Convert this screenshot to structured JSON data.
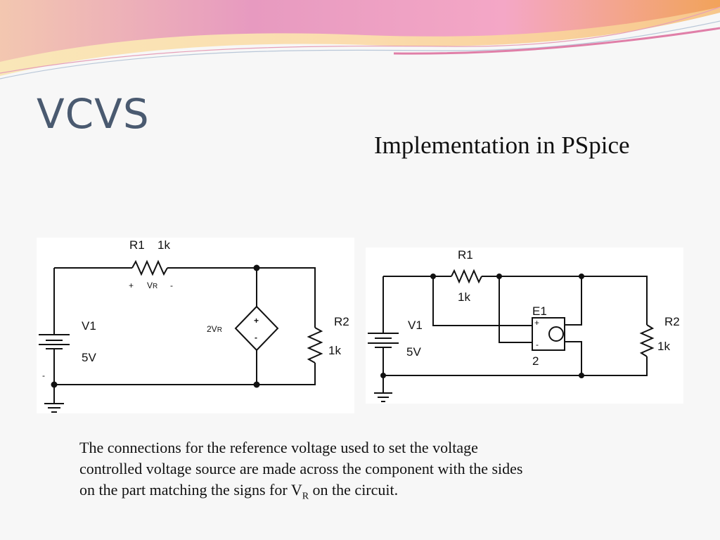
{
  "slide": {
    "title": "VCVS",
    "subtitle": "Implementation in PSpice",
    "caption": {
      "line1": "The connections for the reference voltage used to set the voltage",
      "line2": "controlled voltage source are made across the component with the sides",
      "line3_before": "on the part matching the signs for V",
      "line3_sub": "R",
      "line3_after": " on the circuit."
    }
  },
  "left_circuit": {
    "r1_name": "R1",
    "r1_value": "1k",
    "vr_plus": "+",
    "vr_label": "V",
    "vr_sub": "R",
    "vr_minus": "-",
    "source_name": "V1",
    "source_value": "5V",
    "source_minus": "-",
    "dep_label": "2V",
    "dep_sub": "R",
    "dep_plus": "+",
    "dep_minus": "-",
    "r2_name": "R2",
    "r2_value": "1k"
  },
  "right_circuit": {
    "r1_name": "R1",
    "r1_value": "1k",
    "source_name": "V1",
    "source_value": "5V",
    "e_name": "E1",
    "e_gain": "2",
    "e_plus": "+",
    "e_minus": "-",
    "r2_name": "R2",
    "r2_value": "1k"
  }
}
